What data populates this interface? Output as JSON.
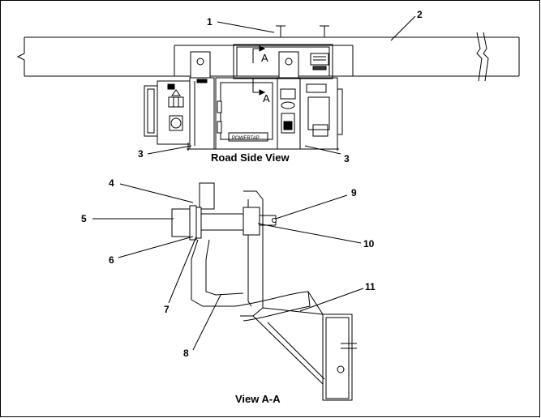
{
  "callouts": {
    "c1": "1",
    "c2": "2",
    "c3a": "3",
    "c3b": "3",
    "c4": "4",
    "c5": "5",
    "c6": "6",
    "c7": "7",
    "c8": "8",
    "c9": "9",
    "c10": "10",
    "c11": "11"
  },
  "captions": {
    "road_side": "Road Side View",
    "section": "View A-A"
  },
  "section_marks": {
    "top": "A",
    "bottom": "A"
  },
  "unit_branding": {
    "badge": "POWERTAP"
  }
}
